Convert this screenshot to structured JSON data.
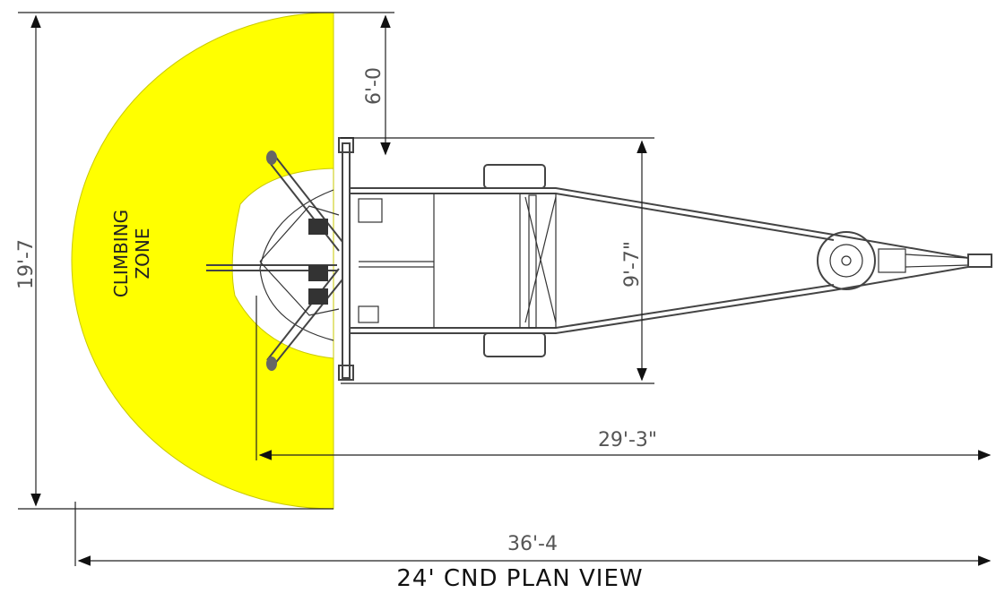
{
  "title": "24' CND PLAN VIEW",
  "zone_label": [
    "CLIMBING",
    "ZONE"
  ],
  "dimensions": {
    "overall_width": "19'-7",
    "zone_depth": "6'-0",
    "frame_width": "9'-7\"",
    "length_from_zone": "29'-3\"",
    "overall_length": "36'-4"
  },
  "colors": {
    "zone": "#ffff00",
    "line": "#222222"
  }
}
